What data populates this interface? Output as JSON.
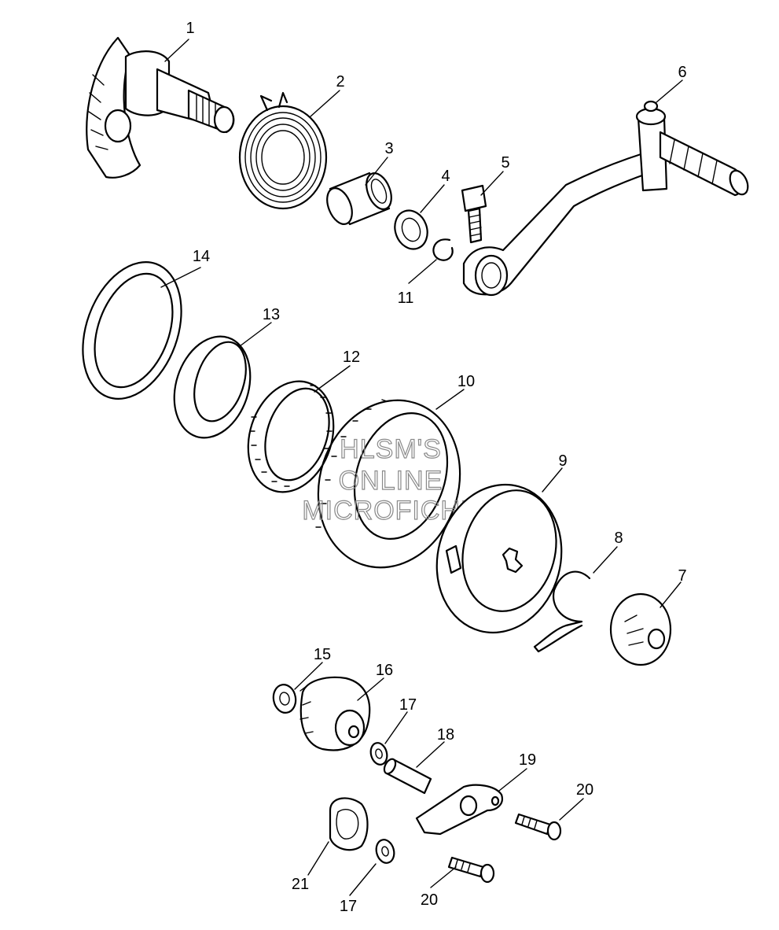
{
  "diagram": {
    "callouts": [
      {
        "id": "c1",
        "label": "1"
      },
      {
        "id": "c2",
        "label": "2"
      },
      {
        "id": "c3",
        "label": "3"
      },
      {
        "id": "c4",
        "label": "4"
      },
      {
        "id": "c5",
        "label": "5"
      },
      {
        "id": "c6",
        "label": "6"
      },
      {
        "id": "c7",
        "label": "7"
      },
      {
        "id": "c8",
        "label": "8"
      },
      {
        "id": "c9",
        "label": "9"
      },
      {
        "id": "c10",
        "label": "10"
      },
      {
        "id": "c11",
        "label": "11"
      },
      {
        "id": "c12",
        "label": "12"
      },
      {
        "id": "c13",
        "label": "13"
      },
      {
        "id": "c14",
        "label": "14"
      },
      {
        "id": "c15",
        "label": "15"
      },
      {
        "id": "c16",
        "label": "16"
      },
      {
        "id": "c17a",
        "label": "17"
      },
      {
        "id": "c17b",
        "label": "17"
      },
      {
        "id": "c18",
        "label": "18"
      },
      {
        "id": "c19",
        "label": "19"
      },
      {
        "id": "c20a",
        "label": "20"
      },
      {
        "id": "c20b",
        "label": "20"
      },
      {
        "id": "c21",
        "label": "21"
      }
    ],
    "watermark": {
      "line1": "HLSM'S",
      "line2": "ONLINE",
      "line3": "MICROFICHE"
    }
  }
}
